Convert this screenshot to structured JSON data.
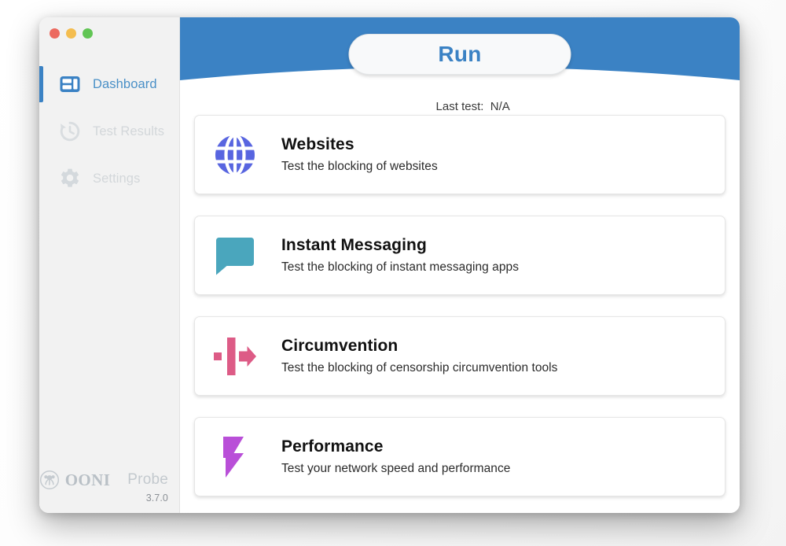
{
  "window": {
    "traffic_lights": [
      {
        "name": "close-button",
        "color": "#ec6a5f"
      },
      {
        "name": "minimize-button",
        "color": "#f4bd4f"
      },
      {
        "name": "maximize-button",
        "color": "#61c554"
      }
    ]
  },
  "sidebar": {
    "items": [
      {
        "label": "Dashboard",
        "icon": "dashboard-icon",
        "active": true,
        "color": "#4a90c7"
      },
      {
        "label": "Test Results",
        "icon": "history-clock-icon",
        "active": false,
        "color": "#d3d7da"
      },
      {
        "label": "Settings",
        "icon": "gear-icon",
        "active": false,
        "color": "#d3d7da"
      }
    ],
    "accent_color": "#3b82c4",
    "footer": {
      "logo_mark": "ooni-octopus-icon",
      "brand_primary": "OONI",
      "brand_secondary": "Probe",
      "version": "3.7.0"
    }
  },
  "header": {
    "background_color": "#3b82c4",
    "run_label": "Run",
    "run_text_color": "#3b82c4",
    "last_test_label": "Last test:",
    "last_test_value": "N/A"
  },
  "cards": [
    {
      "title": "Websites",
      "description": "Test the blocking of websites",
      "icon": "globe-icon",
      "color": "#5865e0"
    },
    {
      "title": "Instant Messaging",
      "description": "Test the blocking of instant messaging apps",
      "icon": "speech-bubble-icon",
      "color": "#4aa6bd"
    },
    {
      "title": "Circumvention",
      "description": "Test the blocking of censorship circumvention tools",
      "icon": "circumvention-arrow-icon",
      "color": "#dd5b86"
    },
    {
      "title": "Performance",
      "description": "Test your network speed and performance",
      "icon": "lightning-bolt-icon",
      "color": "#b94fd8"
    }
  ]
}
